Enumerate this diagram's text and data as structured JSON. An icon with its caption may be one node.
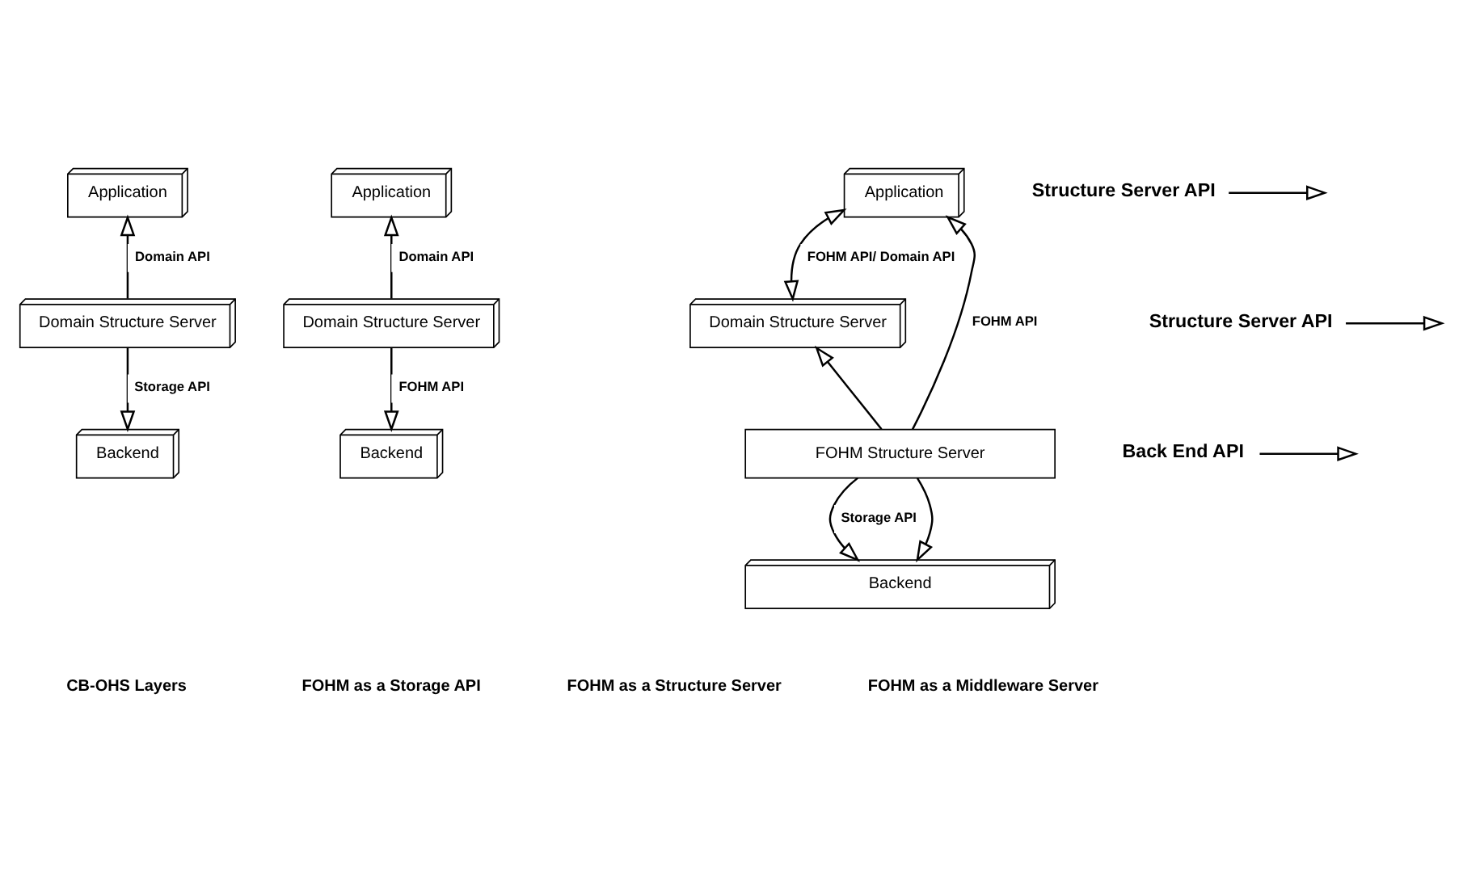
{
  "diagram": {
    "nodes": [
      {
        "text": [
          "Application"
        ]
      },
      {
        "text": [
          "Domain Structure Server"
        ]
      },
      {
        "text": [
          "Backend"
        ]
      },
      {
        "text": [
          "Application"
        ]
      },
      {
        "text": [
          "Domain Structure Server"
        ]
      },
      {
        "text": [
          "Backend"
        ]
      },
      {
        "text": [
          "Application"
        ]
      },
      {
        "text": [
          "Domain Structure Server"
        ]
      },
      {
        "text": [
          "FOHM Structure Server"
        ]
      },
      {
        "text": [
          "Backend"
        ]
      },
      {
        "text": [
          "Structure Server API"
        ]
      },
      {
        "text": [
          "Structure Server API"
        ]
      },
      {
        "text": [
          "Back End API"
        ]
      }
    ],
    "edges": [
      {
        "from": 1,
        "to": 0,
        "arrow": "to",
        "label": "Domain API"
      },
      {
        "from": 1,
        "to": 2,
        "arrow": "to",
        "label": "Storage API"
      },
      {
        "from": 4,
        "to": 3,
        "arrow": "to",
        "label": "Domain API"
      },
      {
        "from": 4,
        "to": 5,
        "arrow": "to",
        "label": "FOHM API"
      },
      {
        "from": 8,
        "to": 6,
        "arrow": "to",
        "label": "FOHM API"
      },
      {
        "from": 7,
        "to": 6,
        "arrow": "both",
        "label": "FOHM API/ Domain API"
      },
      {
        "from": 8,
        "to": 7,
        "arrow": "to"
      },
      {
        "from": 8,
        "to": 9,
        "arrow": "to",
        "label": "Storage API"
      },
      {
        "from": 8,
        "to": 9,
        "arrow": "to"
      },
      {
        "from": 10,
        "to": null,
        "arrow": "to"
      },
      {
        "from": 11,
        "to": null,
        "arrow": "to"
      },
      {
        "from": 12,
        "to": null,
        "arrow": "to"
      }
    ],
    "labels": [
      "CB-OHS Layers",
      "FOHM as a Storage API",
      "FOHM as a Structure Server",
      "FOHM as a Middleware Server"
    ]
  }
}
